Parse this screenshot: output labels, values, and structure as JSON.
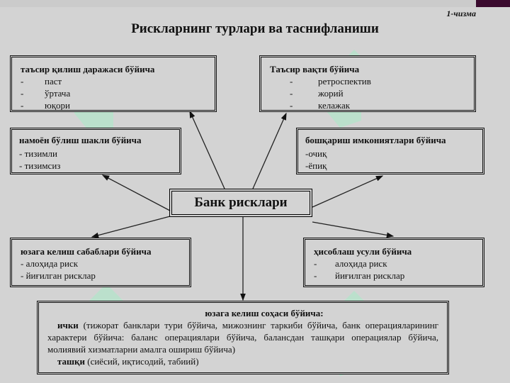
{
  "header": {
    "figure_label": "1-чизма",
    "title": "Рискларнинг турлари ва таснифланиши"
  },
  "center_node": {
    "label": "Банк рисклари"
  },
  "nodes": {
    "impact_level": {
      "heading": "таъсир қилиш даражаси бўйича",
      "items": [
        "паст",
        "ўртача",
        "юқори"
      ]
    },
    "impact_time": {
      "heading": "Таъсир вақти бўйича",
      "items": [
        "ретроспектив",
        "жорий",
        "келажак"
      ]
    },
    "manifestation_form": {
      "heading": "намоён бўлиш шакли бўйича",
      "items": [
        "тизимли",
        "тизимсиз"
      ]
    },
    "management_possibility": {
      "heading": "бошқариш имкониятлари бўйича",
      "items": [
        "очиқ",
        "ёпиқ"
      ]
    },
    "origin_reasons": {
      "heading": "юзага келиш сабаблари бўйича",
      "items": [
        "алоҳида риск",
        "йиғилган рисклар"
      ]
    },
    "calculation_method": {
      "heading": "ҳисоблаш усули бўйича",
      "items": [
        "алоҳида риск",
        "йиғилган рисклар"
      ]
    },
    "origin_sphere": {
      "heading": "юзага келиш соҳаси бўйича:",
      "internal_label": "ички",
      "internal_text": "(тижорат банклари тури бўйича, мижознинг таркиби бўйича, банк операцияларининг характери бўйича: баланс операциялари бўйича, балансдан ташқари операциялар бўйича, молиявий хизматларни амалга ошириш бўйича)",
      "external_label": "ташқи",
      "external_text": "(сиёсий, иқтисодий, табиий)"
    }
  },
  "colors": {
    "background": "#d3d3d3",
    "corner_accent": "#3a0a2e",
    "watermark": "#a8ecc8"
  }
}
